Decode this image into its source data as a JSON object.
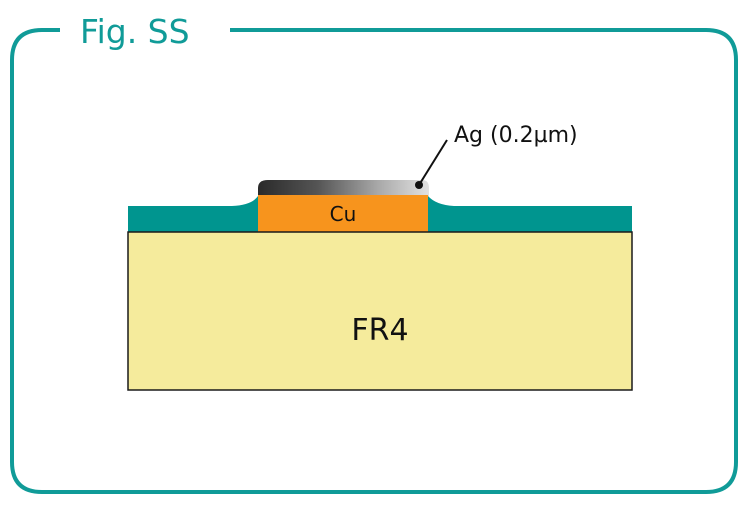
{
  "figure": {
    "title": "Fig. SS"
  },
  "layers": {
    "substrate_label": "FR4",
    "pad_label": "Cu",
    "plating_label": "Ag (0.2µm)"
  },
  "colors": {
    "frame": "#109b98",
    "solder_mask": "#00958f",
    "copper": "#f7941d",
    "substrate": "#f5eb9c",
    "silver_dark": "#2f2f2f",
    "silver_light": "#d9d9d9"
  }
}
